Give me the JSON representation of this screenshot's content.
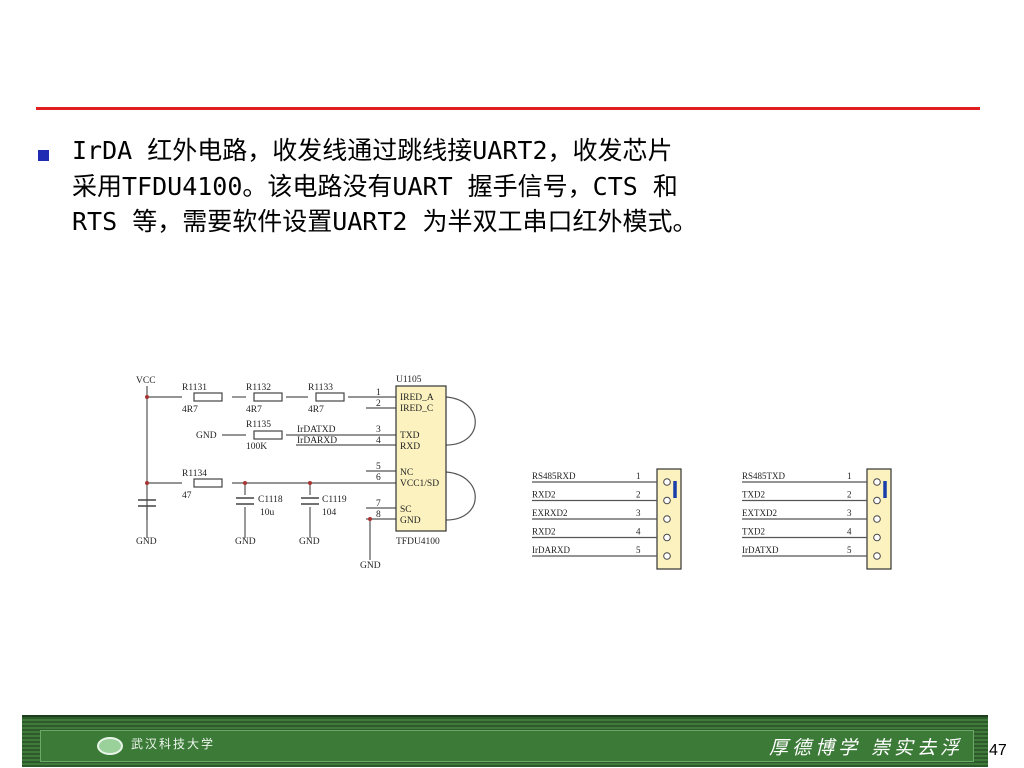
{
  "slide": {
    "bullet_lines": [
      "IrDA 红外电路，收发线通过跳线接UART2，收发芯片",
      "采用TFDU4100。该电路没有UART 握手信号，CTS 和",
      "RTS 等，需要软件设置UART2 为半双工串口红外模式。"
    ],
    "page_number": "47"
  },
  "schematic": {
    "vcc": "VCC",
    "gnd": "GND",
    "resistors": [
      {
        "ref": "R1131",
        "value": "4R7"
      },
      {
        "ref": "R1132",
        "value": "4R7"
      },
      {
        "ref": "R1133",
        "value": "4R7"
      },
      {
        "ref": "R1135",
        "value": "100K"
      },
      {
        "ref": "R1134",
        "value": "47"
      }
    ],
    "capacitors": [
      {
        "ref": "C1118",
        "value": "10u"
      },
      {
        "ref": "C1119",
        "value": "104"
      }
    ],
    "chip": {
      "ref": "U1105",
      "part": "TFDU4100",
      "pins": [
        {
          "num": "1",
          "name": "IRED_A"
        },
        {
          "num": "2",
          "name": "IRED_C"
        },
        {
          "num": "3",
          "name": "TXD"
        },
        {
          "num": "4",
          "name": "RXD"
        },
        {
          "num": "5",
          "name": "NC"
        },
        {
          "num": "6",
          "name": "VCC1/SD"
        },
        {
          "num": "7",
          "name": "SC"
        },
        {
          "num": "8",
          "name": "GND"
        }
      ]
    },
    "net_labels": {
      "irdatxd": "IrDATXD",
      "irdarxd": "IrDARXD"
    },
    "connectors": [
      {
        "nets": [
          "RS485RXD",
          "RXD2",
          "EXRXD2",
          "RXD2",
          "IrDARXD"
        ],
        "pins": [
          "1",
          "2",
          "3",
          "4",
          "5"
        ]
      },
      {
        "nets": [
          "RS485TXD",
          "TXD2",
          "EXTXD2",
          "TXD2",
          "IrDATXD"
        ],
        "pins": [
          "1",
          "2",
          "3",
          "4",
          "5"
        ]
      }
    ]
  },
  "footer": {
    "university": "武汉科技大学",
    "motto": "厚德博学  崇实去浮"
  },
  "colors": {
    "accent_rule": "#e02020",
    "bullet": "#1f2bb3",
    "footer_green": "#3c7a38",
    "chip_fill": "#fbf2c0"
  }
}
